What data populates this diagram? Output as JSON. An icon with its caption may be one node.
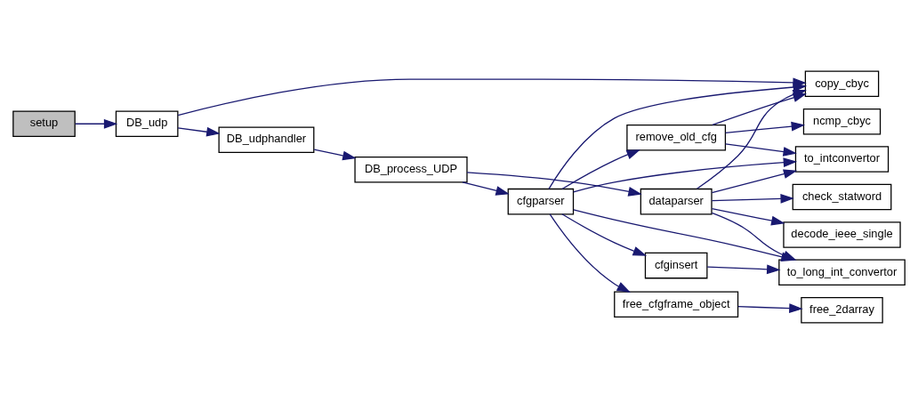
{
  "diagram": {
    "nodes": [
      {
        "text": [
          "setup"
        ]
      },
      {
        "text": [
          "DB_udp"
        ]
      },
      {
        "text": [
          "copy_cbyc"
        ]
      },
      {
        "text": [
          "DB_udphandler"
        ]
      },
      {
        "text": [
          "DB_process_UDP"
        ]
      },
      {
        "text": [
          "cfgparser"
        ]
      },
      {
        "text": [
          "remove_old_cfg"
        ]
      },
      {
        "text": [
          "ncmp_cbyc"
        ]
      },
      {
        "text": [
          "cfginsert"
        ]
      },
      {
        "text": [
          "to_long_int_convertor"
        ]
      },
      {
        "text": [
          "to_intconvertor"
        ]
      },
      {
        "text": [
          "dataparser"
        ]
      },
      {
        "text": [
          "check_statword"
        ]
      },
      {
        "text": [
          "decode_ieee_single"
        ]
      },
      {
        "text": [
          "free_cfgframe_object"
        ]
      },
      {
        "text": [
          "free_2darray"
        ]
      }
    ],
    "edges": [
      {
        "from": 0,
        "to": 1,
        "arrow": "to"
      },
      {
        "from": 1,
        "to": 2,
        "arrow": "to"
      },
      {
        "from": 1,
        "to": 3,
        "arrow": "to"
      },
      {
        "from": 3,
        "to": 4,
        "arrow": "to"
      },
      {
        "from": 4,
        "to": 5,
        "arrow": "to"
      },
      {
        "from": 4,
        "to": 11,
        "arrow": "to"
      },
      {
        "from": 5,
        "to": 2,
        "arrow": "to"
      },
      {
        "from": 5,
        "to": 6,
        "arrow": "to"
      },
      {
        "from": 5,
        "to": 9,
        "arrow": "to"
      },
      {
        "from": 5,
        "to": 8,
        "arrow": "to"
      },
      {
        "from": 5,
        "to": 10,
        "arrow": "to"
      },
      {
        "from": 5,
        "to": 14,
        "arrow": "to"
      },
      {
        "from": 6,
        "to": 2,
        "arrow": "to"
      },
      {
        "from": 6,
        "to": 7,
        "arrow": "to"
      },
      {
        "from": 6,
        "to": 10,
        "arrow": "to"
      },
      {
        "from": 8,
        "to": 9,
        "arrow": "to"
      },
      {
        "from": 11,
        "to": 2,
        "arrow": "to"
      },
      {
        "from": 11,
        "to": 9,
        "arrow": "to"
      },
      {
        "from": 11,
        "to": 10,
        "arrow": "to"
      },
      {
        "from": 11,
        "to": 12,
        "arrow": "to"
      },
      {
        "from": 11,
        "to": 13,
        "arrow": "to"
      },
      {
        "from": 14,
        "to": 15,
        "arrow": "to"
      }
    ]
  }
}
